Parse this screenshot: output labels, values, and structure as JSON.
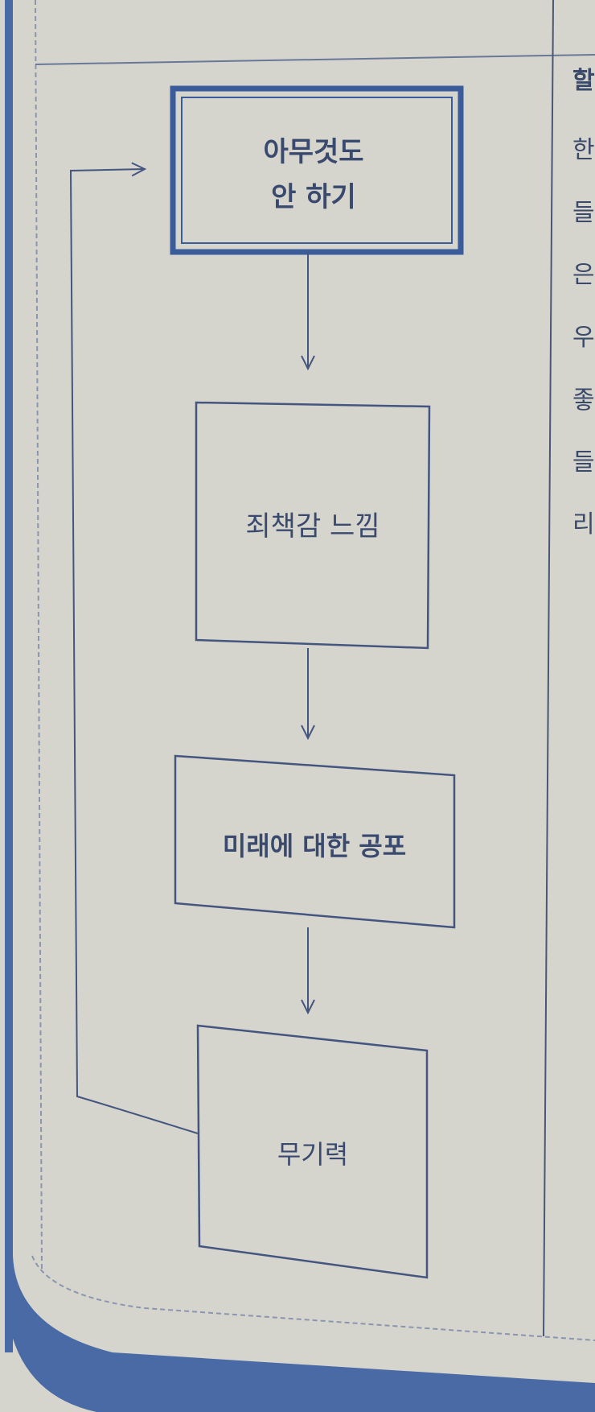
{
  "diagram": {
    "nodes": [
      {
        "label_line1": "아무것도",
        "label_line2": "안 하기",
        "emphasis": "double-border"
      },
      {
        "label": "죄책감 느낌"
      },
      {
        "label": "미래에 대한 공포"
      },
      {
        "label": "무기력"
      }
    ],
    "edges": [
      {
        "from": "아무것도 안 하기",
        "to": "죄책감 느낌"
      },
      {
        "from": "죄책감 느낌",
        "to": "미래에 대한 공포"
      },
      {
        "from": "미래에 대한 공포",
        "to": "무기력"
      },
      {
        "from": "무기력",
        "to": "아무것도 안 하기"
      }
    ]
  },
  "right_column_clipped": [
    "할",
    "한",
    "들",
    "은",
    "우",
    "좋",
    "들",
    "리"
  ],
  "colors": {
    "accent": "#3a5c9a",
    "line": "#44557f",
    "paper": "#d6d5cd"
  }
}
